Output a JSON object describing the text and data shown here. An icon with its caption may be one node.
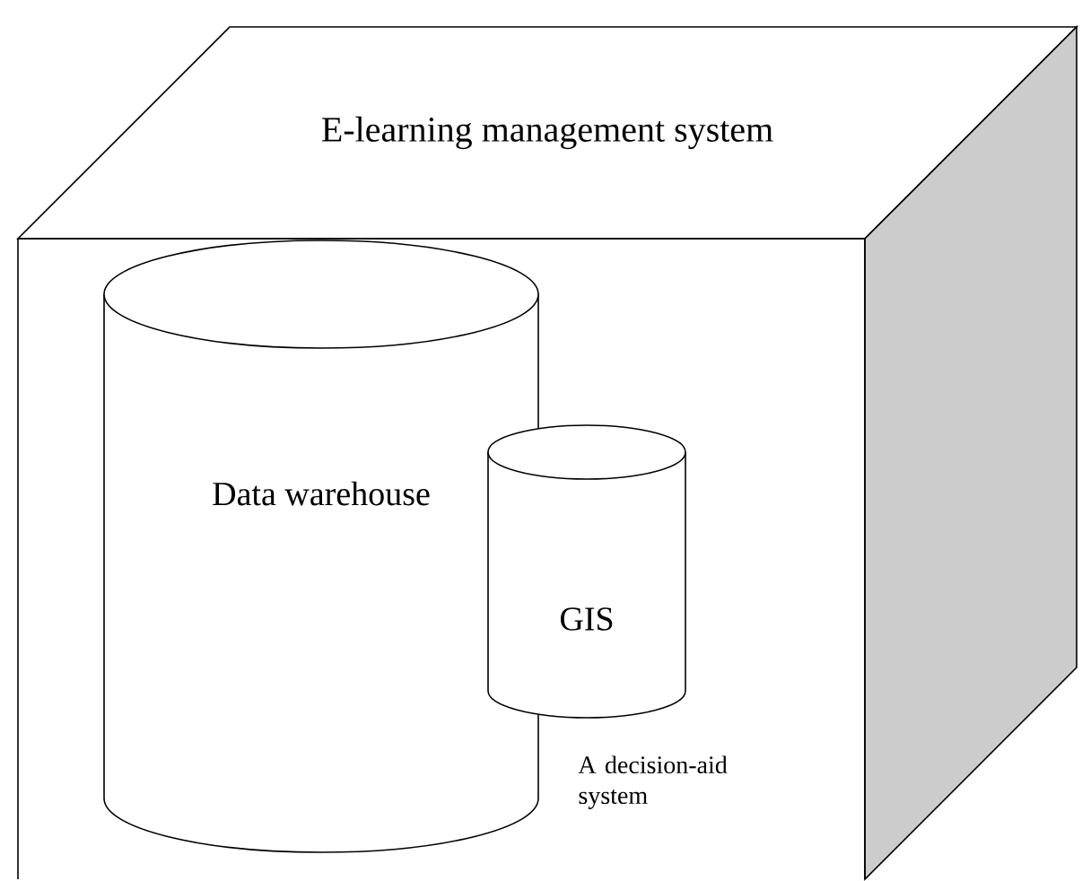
{
  "diagram": {
    "nodes": [
      {
        "text": [
          "E-learning management system"
        ]
      },
      {
        "text": [
          "Data warehouse"
        ],
        "in": 0
      },
      {
        "text": [
          "GIS"
        ],
        "in": 0,
        "beside": [
          "A decision-aid system"
        ]
      }
    ]
  }
}
